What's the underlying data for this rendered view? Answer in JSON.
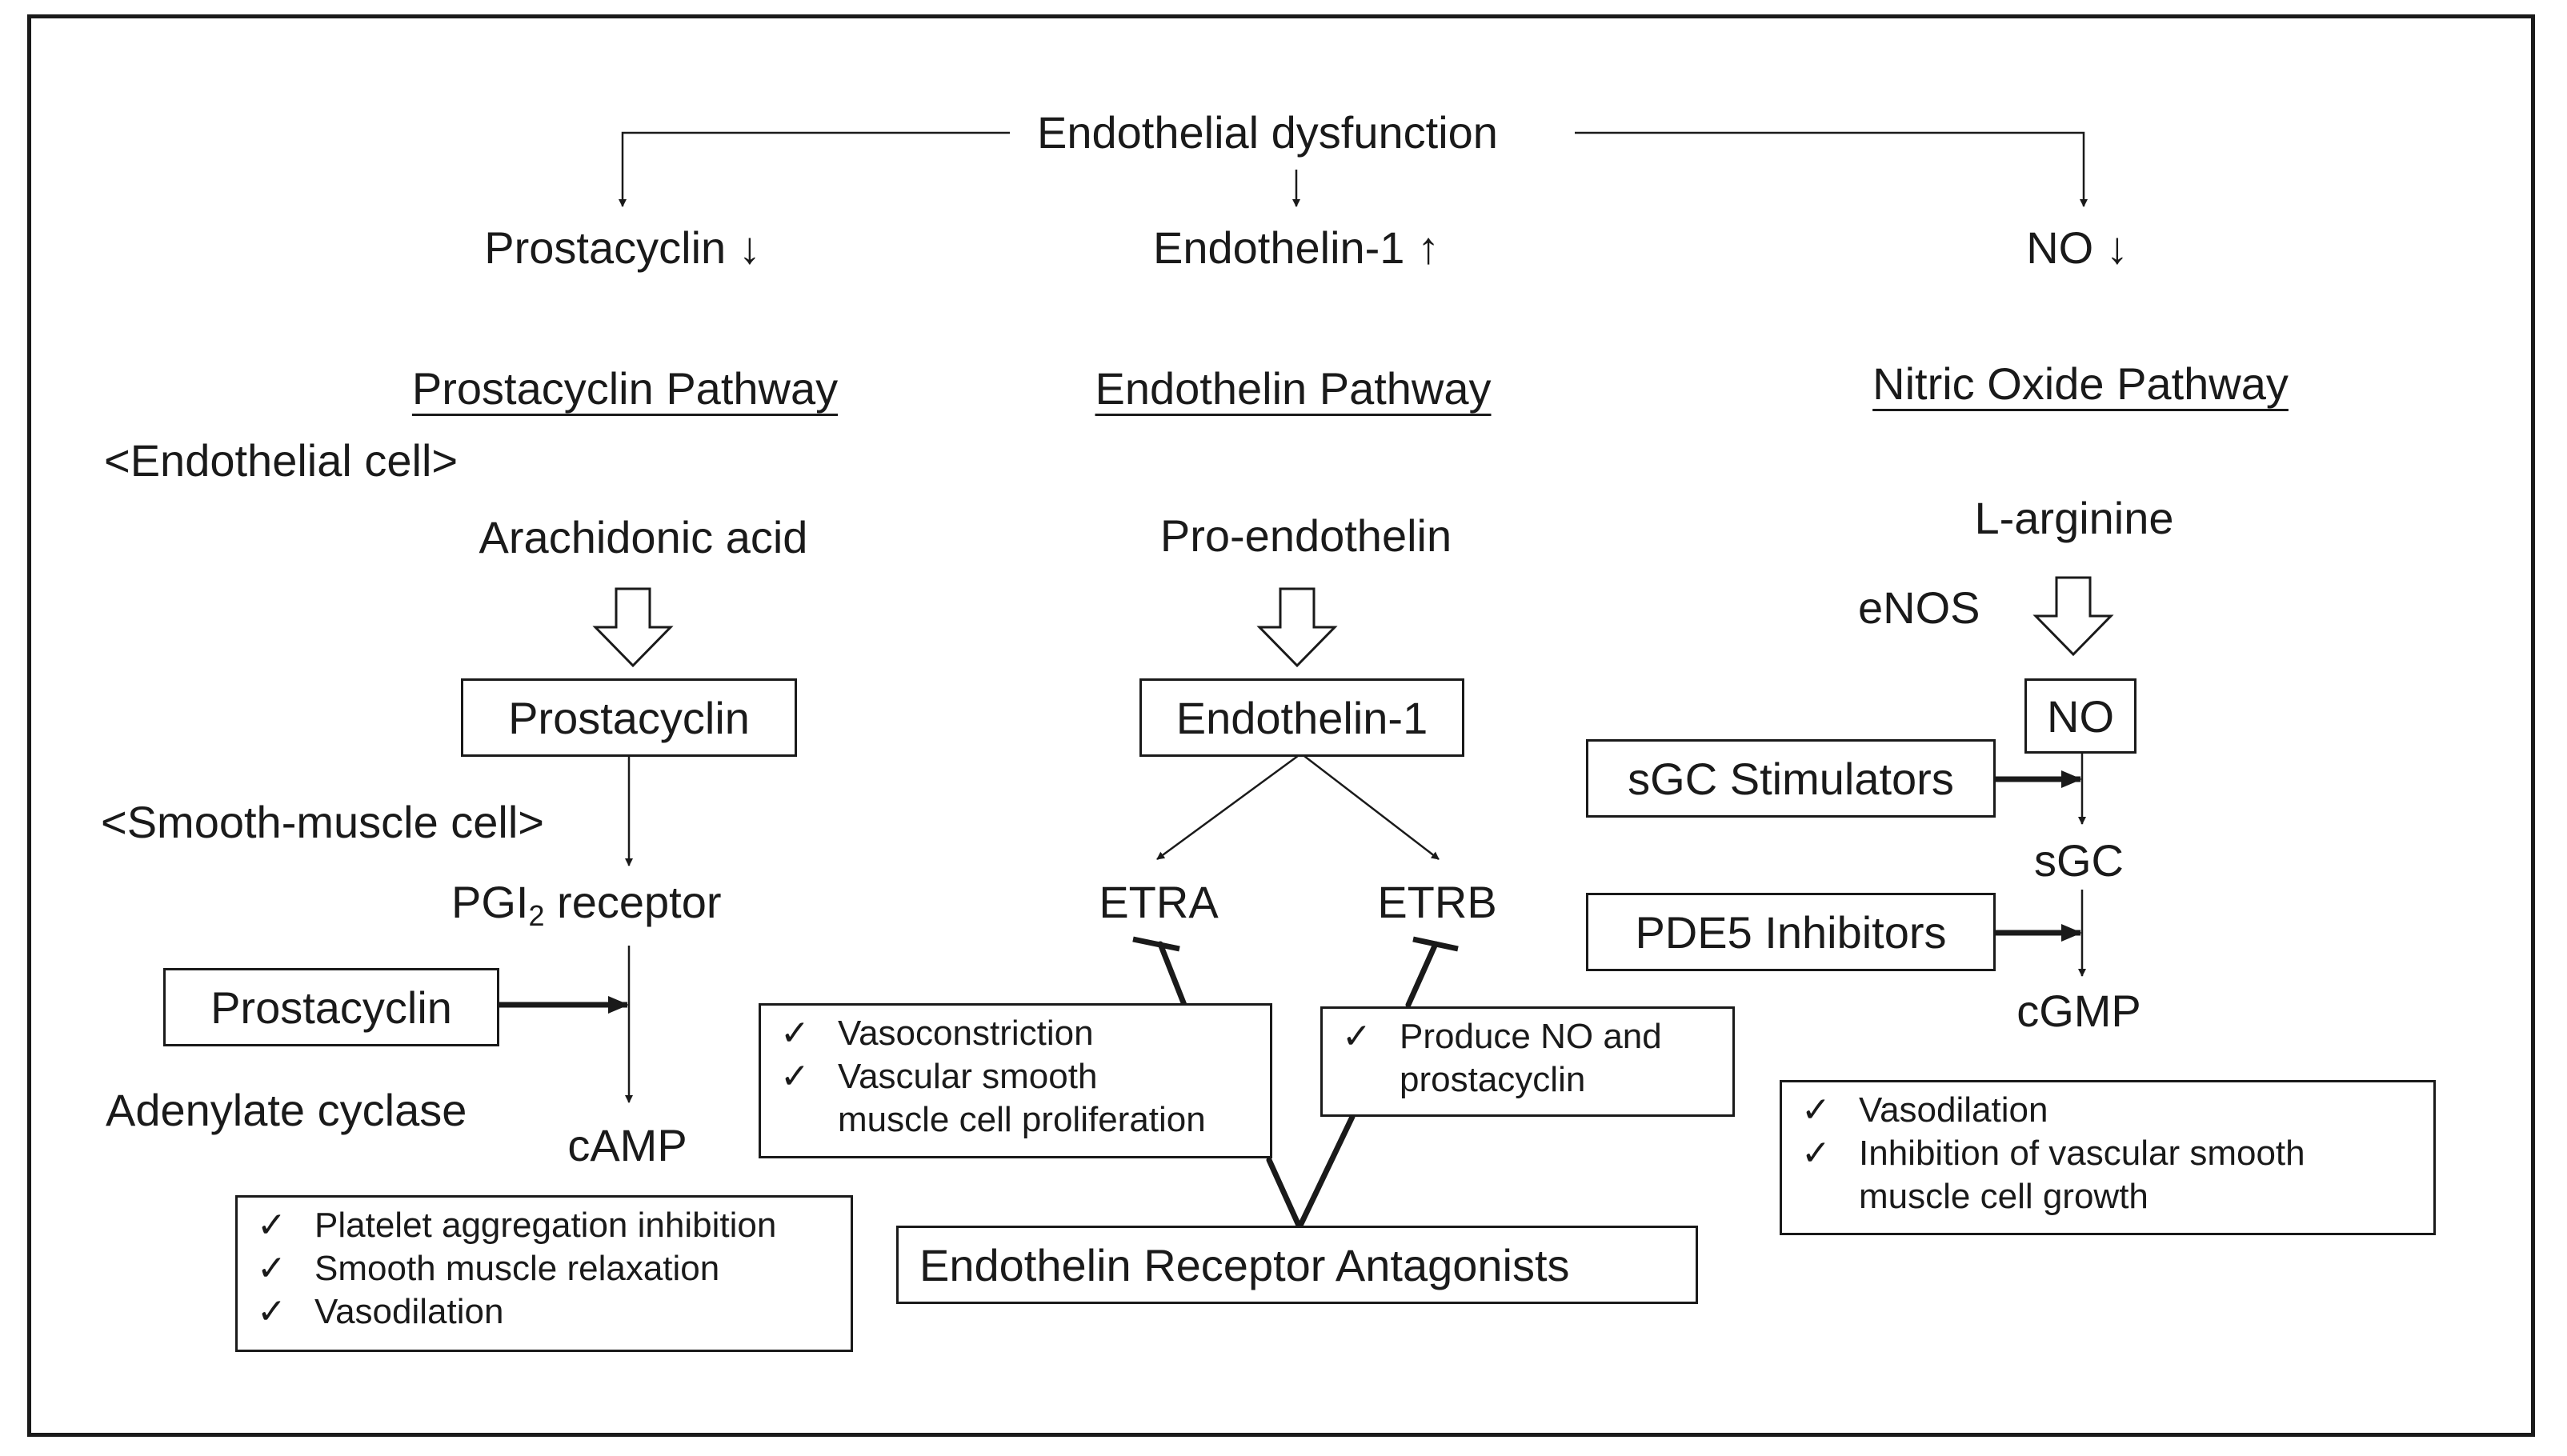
{
  "top": {
    "title": "Endothelial dysfunction",
    "branches": [
      "Prostacyclin ↓",
      "Endothelin-1 ↑",
      "NO ↓"
    ]
  },
  "prostacyclin_pathway": {
    "heading": "Prostacyclin Pathway",
    "endothelial_cell": "<Endothelial cell>",
    "arachidonic_acid": "Arachidonic acid",
    "prostacyclin_box": "Prostacyclin",
    "smooth_muscle_cell": "<Smooth-muscle cell>",
    "receptor_prefix": "PGI",
    "receptor_sub": "2",
    "receptor_suffix": " receptor",
    "drug_box": "Prostacyclin",
    "adenylate_cyclase": "Adenylate cyclase",
    "camp": "cAMP",
    "effects": [
      "Platelet aggregation inhibition",
      "Smooth muscle relaxation",
      "Vasodilation"
    ]
  },
  "endothelin_pathway": {
    "heading": "Endothelin Pathway",
    "pro_endothelin": "Pro-endothelin",
    "endothelin_box": "Endothelin-1",
    "etra": "ETRA",
    "etrb": "ETRB",
    "etra_effects": [
      "Vasoconstriction",
      "Vascular smooth\nmuscle cell proliferation"
    ],
    "etrb_effects": [
      "Produce NO and\nprostacyclin"
    ],
    "antagonists_box": "Endothelin Receptor Antagonists"
  },
  "nitric_oxide_pathway": {
    "heading": "Nitric Oxide Pathway",
    "l_arginine": "L-arginine",
    "enos": "eNOS",
    "no_box": "NO",
    "sgc_stimulators": "sGC Stimulators",
    "sgc": "sGC",
    "pde5_inhibitors": "PDE5 Inhibitors",
    "cgmp": "cGMP",
    "effects": [
      "Vasodilation",
      "Inhibition of vascular smooth\nmuscle cell growth"
    ]
  },
  "check_mark": "✓"
}
